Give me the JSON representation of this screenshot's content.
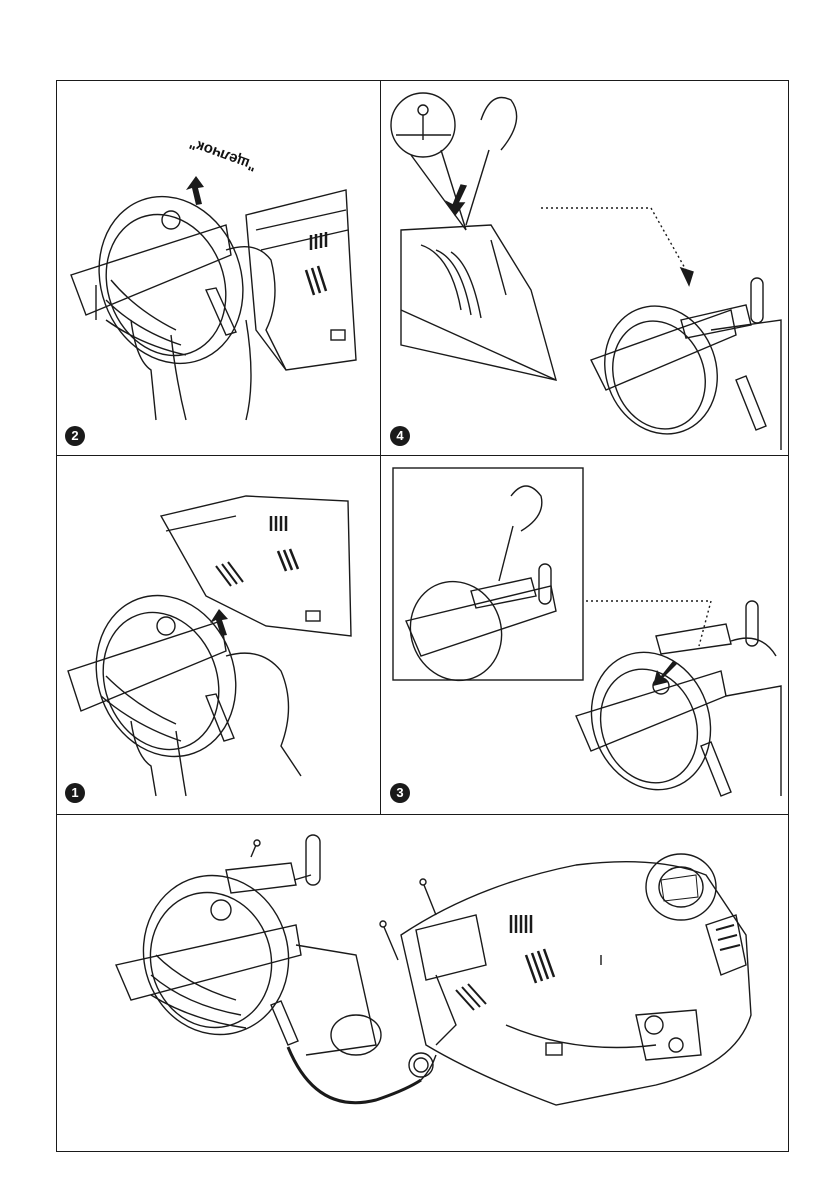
{
  "panels": [
    {
      "step": "2",
      "caption": "\"щелчок\""
    },
    {
      "step": "4"
    },
    {
      "step": "1"
    },
    {
      "step": "3"
    }
  ]
}
